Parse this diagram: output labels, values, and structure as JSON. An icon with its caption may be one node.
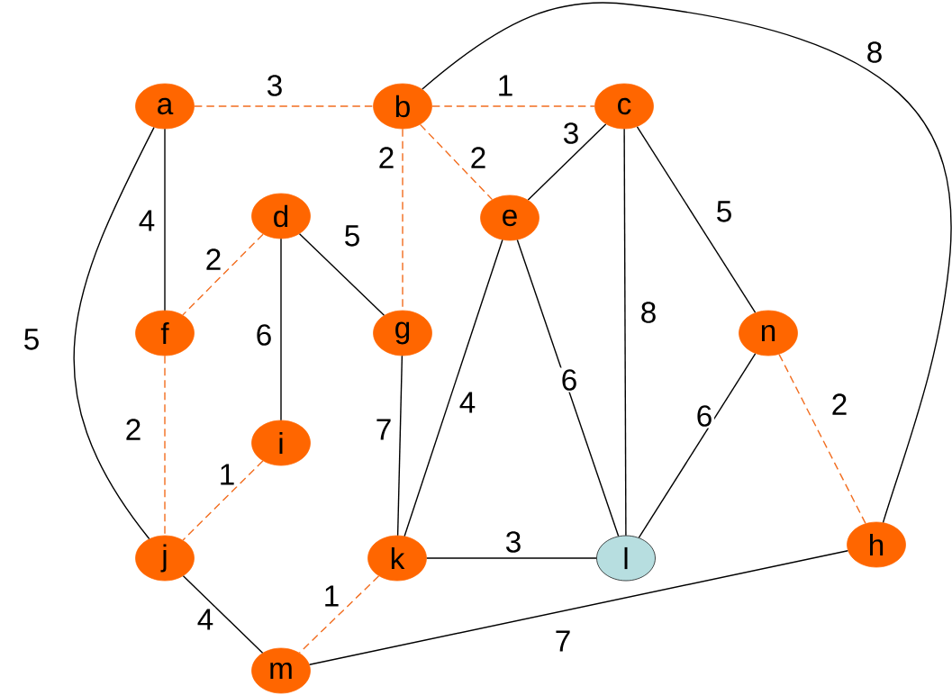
{
  "diagram": {
    "nodes": [
      {
        "text": [
          "a"
        ]
      },
      {
        "text": [
          "b"
        ]
      },
      {
        "text": [
          "c"
        ]
      },
      {
        "text": [
          "d"
        ]
      },
      {
        "text": [
          "e"
        ]
      },
      {
        "text": [
          "f"
        ]
      },
      {
        "text": [
          "g"
        ]
      },
      {
        "text": [
          "n"
        ]
      },
      {
        "text": [
          "i"
        ]
      },
      {
        "text": [
          "j"
        ]
      },
      {
        "text": [
          "k"
        ]
      },
      {
        "text": [
          "l"
        ]
      },
      {
        "text": [
          "h"
        ]
      },
      {
        "text": [
          "m"
        ]
      }
    ],
    "edges": [
      {
        "from": 0,
        "to": 1,
        "arrow": "none",
        "label": "3",
        "style": "dashed",
        "color": "#f26d1f"
      },
      {
        "from": 1,
        "to": 2,
        "arrow": "none",
        "label": "1",
        "style": "dashed",
        "color": "#f26d1f"
      },
      {
        "from": 1,
        "to": 12,
        "arrow": "none",
        "label": "8"
      },
      {
        "from": 0,
        "to": 5,
        "arrow": "none",
        "label": "4"
      },
      {
        "from": 0,
        "to": 9,
        "arrow": "none",
        "label": "5"
      },
      {
        "from": 1,
        "to": 6,
        "arrow": "none",
        "label": "2",
        "style": "dashed",
        "color": "#f26d1f"
      },
      {
        "from": 1,
        "to": 4,
        "arrow": "none",
        "label": "2",
        "style": "dashed",
        "color": "#f26d1f"
      },
      {
        "from": 2,
        "to": 4,
        "arrow": "none",
        "label": "3"
      },
      {
        "from": 2,
        "to": 11,
        "arrow": "none",
        "label": "8"
      },
      {
        "from": 2,
        "to": 7,
        "arrow": "none",
        "label": "5"
      },
      {
        "from": 3,
        "to": 5,
        "arrow": "none",
        "label": "2",
        "style": "dashed",
        "color": "#f26d1f"
      },
      {
        "from": 3,
        "to": 6,
        "arrow": "none",
        "label": "5"
      },
      {
        "from": 3,
        "to": 8,
        "arrow": "none",
        "label": "6"
      },
      {
        "from": 5,
        "to": 9,
        "arrow": "none",
        "label": "2",
        "style": "dashed",
        "color": "#f26d1f"
      },
      {
        "from": 8,
        "to": 9,
        "arrow": "none",
        "label": "1",
        "style": "dashed",
        "color": "#f26d1f"
      },
      {
        "from": 6,
        "to": 10,
        "arrow": "none",
        "label": "7"
      },
      {
        "from": 4,
        "to": 10,
        "arrow": "none",
        "label": "4"
      },
      {
        "from": 4,
        "to": 11,
        "arrow": "none",
        "label": "6"
      },
      {
        "from": 7,
        "to": 11,
        "arrow": "none",
        "label": "6"
      },
      {
        "from": 7,
        "to": 12,
        "arrow": "none",
        "label": "2",
        "style": "dashed",
        "color": "#f26d1f"
      },
      {
        "from": 10,
        "to": 11,
        "arrow": "none",
        "label": "3"
      },
      {
        "from": 9,
        "to": 13,
        "arrow": "none",
        "label": "4"
      },
      {
        "from": 10,
        "to": 13,
        "arrow": "none",
        "label": "1",
        "style": "dashed",
        "color": "#f26d1f"
      },
      {
        "from": 13,
        "to": 12,
        "arrow": "none",
        "label": "7"
      }
    ]
  }
}
